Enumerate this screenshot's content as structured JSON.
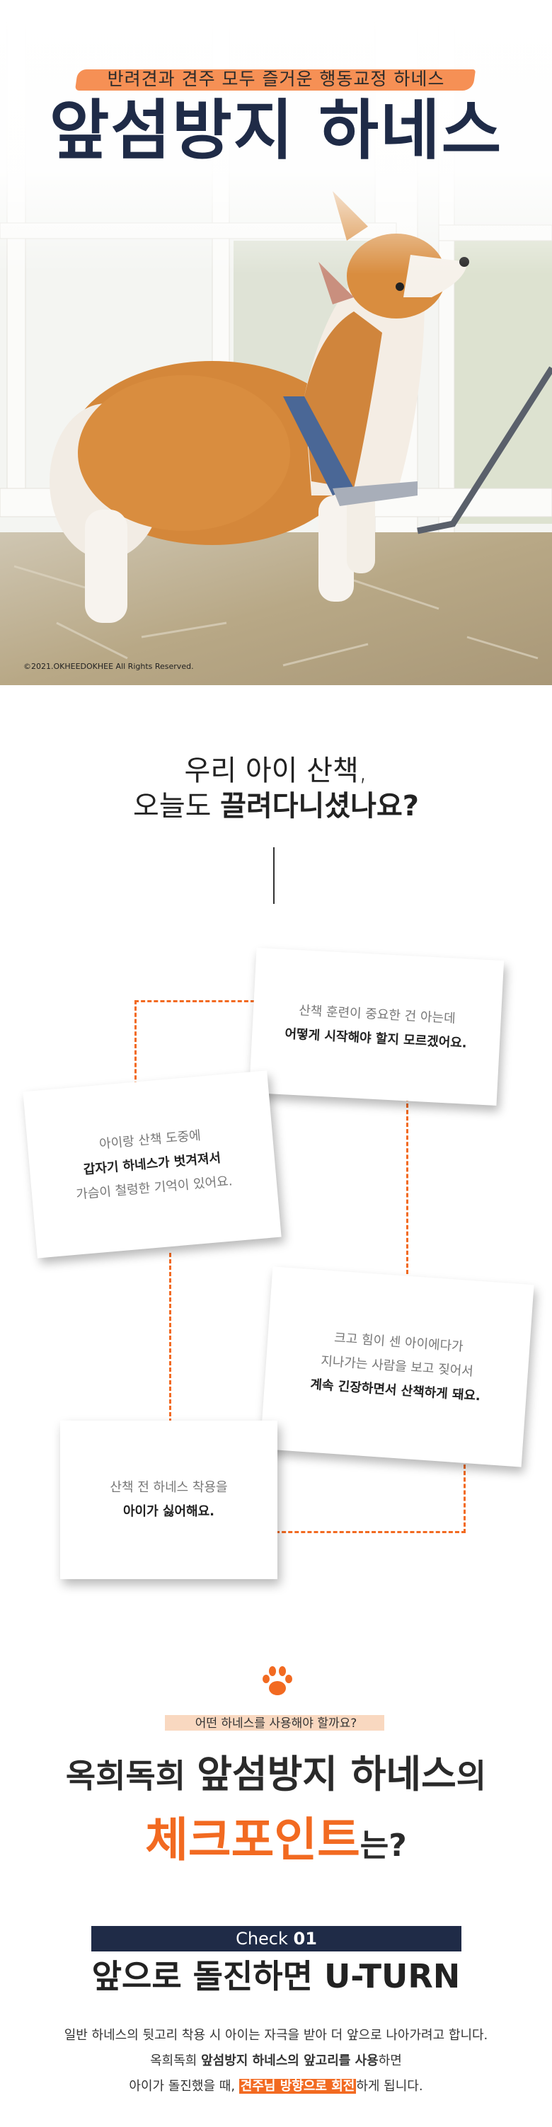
{
  "hero": {
    "subtitle": "반려견과 견주 모두 즐거운 행동교정 하네스",
    "title": "앞섬방지 하네스",
    "copyright": "©2021.OKHEEDOKHEE All Rights Reserved."
  },
  "intro": {
    "line1": "우리 아이 산책,",
    "line2_plain": "오늘도 ",
    "line2_bold": "끌려다니셨나요?"
  },
  "cards": [
    {
      "lines": [
        {
          "text": "산책 훈련이 중요한 건 아는데",
          "bold": false
        },
        {
          "text": "어떻게 시작해야 할지 모르겠어요.",
          "bold": true
        }
      ]
    },
    {
      "lines": [
        {
          "text": "아이랑 산책 도중에",
          "bold": false
        },
        {
          "text": "갑자기 하네스가 벗겨져서",
          "bold": true
        },
        {
          "text": "가슴이 철렁한 기억이 있어요.",
          "bold": false
        }
      ]
    },
    {
      "lines": [
        {
          "text": "크고 힘이 센 아이에다가",
          "bold": false
        },
        {
          "text": "지나가는 사람을 보고 짖어서",
          "bold": false
        },
        {
          "text": "계속 긴장하면서 산책하게 돼요.",
          "bold": true
        }
      ]
    },
    {
      "lines": [
        {
          "text": "산책 전 하네스 착용을",
          "bold": false
        },
        {
          "text": "아이가 싫어해요.",
          "bold": true
        }
      ]
    }
  ],
  "checkpoint": {
    "icon": "paw-icon",
    "question": "어떤 하네스를 사용해야 할까요?",
    "heading_brand": "옥희독희 ",
    "heading_product": "앞섬방지 하네스",
    "heading_suffix": "의",
    "heading_orange": "체크포인트",
    "heading_end": "는?"
  },
  "check01": {
    "label": "Check ",
    "number": "01",
    "title": "앞으로 돌진하면 U-TURN",
    "p1": "일반 하네스의 뒷고리 착용 시 아이는 자극을 받아 더 앞으로 나아가려고 합니다.",
    "p2_a": "옥희독희 ",
    "p2_b": "앞섬방지 하네스의 앞고리를 사용",
    "p2_c": "하면",
    "p3_a": "아이가 돌진했을 때, ",
    "p3_hl": "견주님 방향으로 회전",
    "p3_c": "하게 됩니다."
  },
  "colors": {
    "navy": "#1f2b47",
    "orange": "#f26a21",
    "brush": "#f58a4c",
    "pill": "#f9d8c0"
  }
}
